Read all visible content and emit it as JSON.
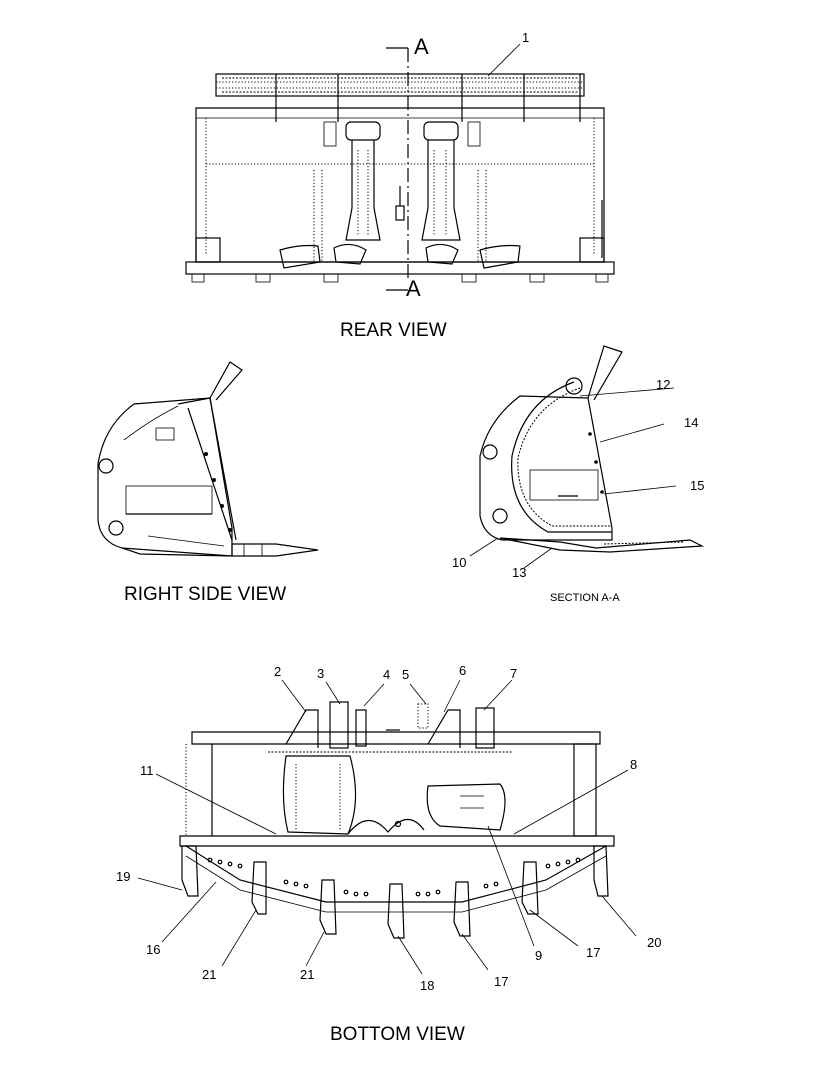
{
  "views": {
    "rear": "REAR VIEW",
    "right_side": "RIGHT SIDE VIEW",
    "section": "SECTION A-A",
    "bottom": "BOTTOM VIEW"
  },
  "section_marker": "A",
  "callouts": [
    "1",
    "2",
    "3",
    "4",
    "5",
    "6",
    "7",
    "8",
    "9",
    "10",
    "11",
    "12",
    "13",
    "14",
    "15",
    "16",
    "17",
    "18",
    "19",
    "20",
    "21"
  ]
}
